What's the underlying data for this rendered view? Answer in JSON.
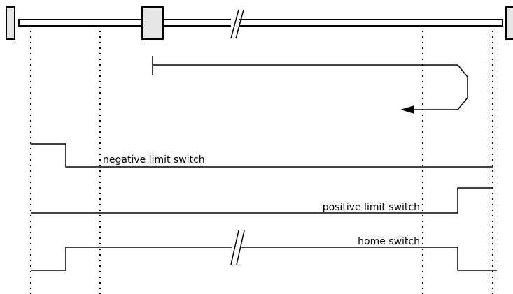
{
  "labels": {
    "negative_limit_switch": "negative limit switch",
    "positive_limit_switch": "positive limit switch",
    "home_switch": "home switch"
  },
  "colors": {
    "line": "#000000",
    "block_fill": "#e6e6e6",
    "background": "#ffffff"
  }
}
